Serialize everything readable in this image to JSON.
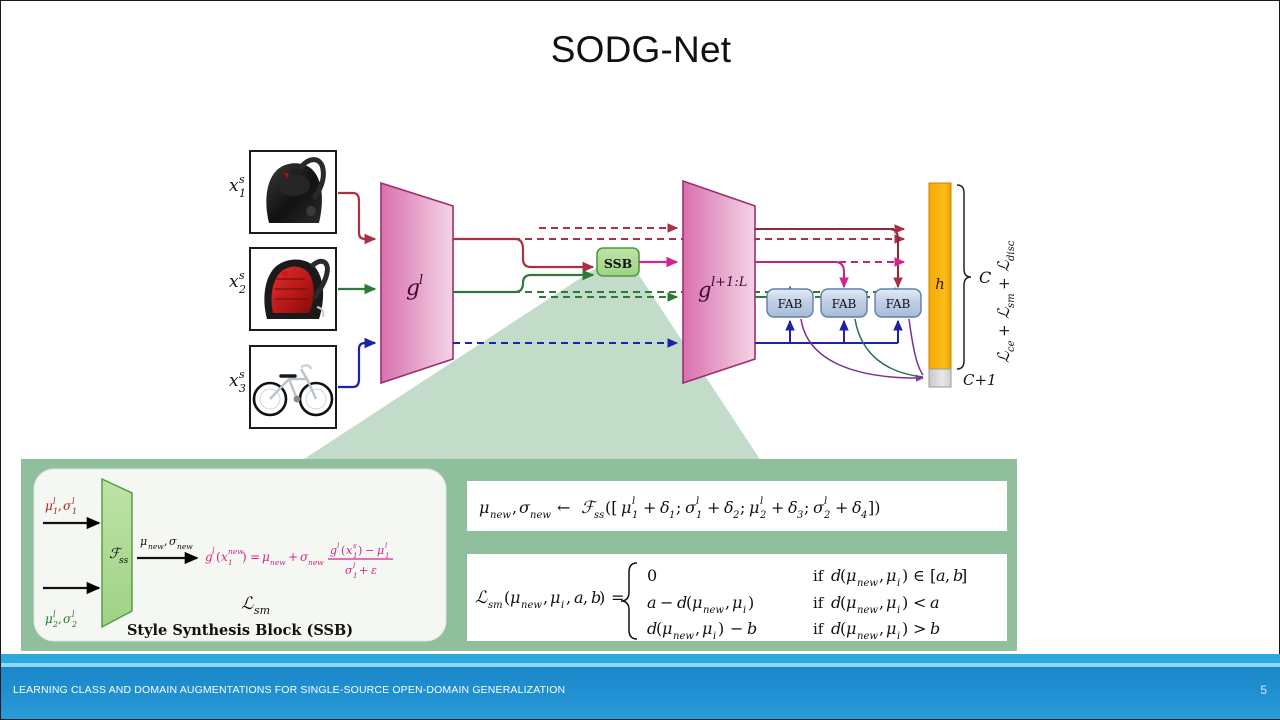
{
  "slide": {
    "title": "SODG-Net",
    "footer_text": "LEARNING CLASS AND DOMAIN AUGMENTATIONS FOR SINGLE-SOURCE OPEN-DOMAIN GENERALIZATION",
    "page_number": "5"
  },
  "colors": {
    "stream1_red": "#a83244",
    "stream2_green": "#2f7a38",
    "stream3_blue": "#1f22a8",
    "magenta": "#d4248f",
    "purple": "#5b1f8a",
    "teal": "#2b6b5f",
    "panel_green": "#8fbf9d",
    "eq_box": "#ffffff",
    "ssb_green": "#a9d98f",
    "fab_blue": "#b4c5de",
    "classifier_orange": "#f5a800",
    "unknown_gray": "#d5d5d5",
    "trapezoid_pink": "#dd85b8",
    "footer_blue": "#1f8fd0",
    "footer_stripe": "#2aa8e0"
  },
  "inputs": [
    {
      "label_base": "x",
      "label_sub": "1",
      "label_sup": "s",
      "image": "black-backpack",
      "stream": "stream1_red"
    },
    {
      "label_base": "x",
      "label_sub": "2",
      "label_sup": "s",
      "image": "red-backpack",
      "stream": "stream2_green"
    },
    {
      "label_base": "x",
      "label_sub": "3",
      "label_sup": "s",
      "image": "white-bicycle",
      "stream": "stream3_blue"
    }
  ],
  "blocks": {
    "encoder_early": {
      "label_base": "g",
      "label_sup": "l"
    },
    "encoder_late": {
      "label_base": "g",
      "label_sup": "l+1:L"
    },
    "ssb": {
      "label": "SSB"
    },
    "fab": {
      "label": "FAB",
      "count": 3
    },
    "classifier": {
      "label": "h"
    }
  },
  "classifier_annotations": {
    "known_classes": "C",
    "unknown_class": "C+1",
    "loss_terms": "ℒce + ℒsm + ℒdisc",
    "loss_ce": "ce",
    "loss_sm": "sm",
    "loss_disc": "disc"
  },
  "ssb_panel": {
    "caption": "Style Synthesis Block (SSB)",
    "block_label": "Fss",
    "input_top": "μ1l, σ1l",
    "input_bottom": "μ2l, σ2l",
    "arrow_label": "μnew, σnew",
    "output_equation": "gl(x1new) = μnew + σnew (gl(x1s) − μ1l)/(σ1l + ε)",
    "loss_label": "ℒsm"
  },
  "equations": {
    "eq1": "μnew, σnew ← Fss([μ1l + δ1; σ1l + δ2; μ2l + δ3; σ2l + δ4])",
    "eq2_lhs": "ℒsm(μnew, μi, a, b) =",
    "eq2_cases": [
      {
        "value": "0",
        "condition": "if d(μnew, μi) ∈ [a, b]"
      },
      {
        "value": "a − d(μnew, μi)",
        "condition": "if d(μnew, μi) < a"
      },
      {
        "value": "d(μnew, μi) − b",
        "condition": "if d(μnew, μi) > b"
      }
    ]
  }
}
